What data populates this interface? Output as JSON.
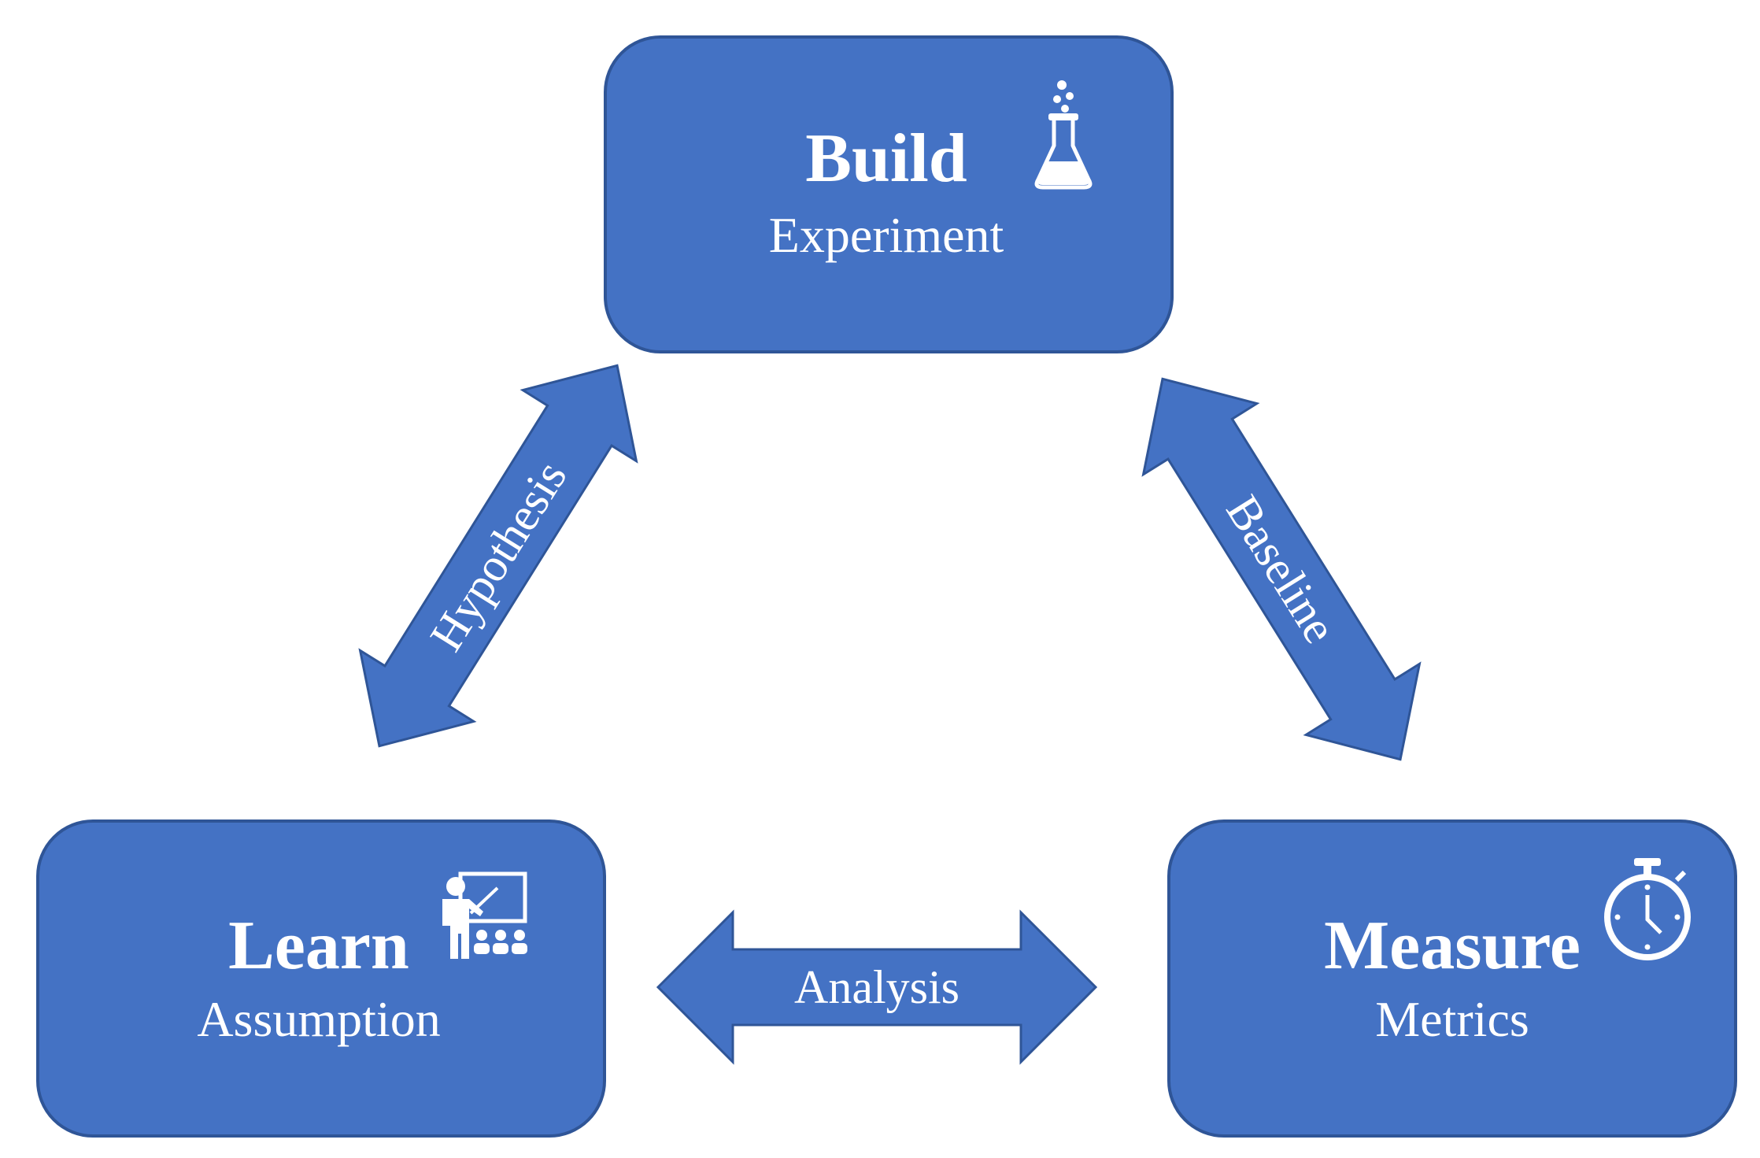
{
  "diagram": {
    "nodes": {
      "build": {
        "title": "Build",
        "subtitle": "Experiment",
        "icon": "flask-icon"
      },
      "learn": {
        "title": "Learn",
        "subtitle": "Assumption",
        "icon": "teacher-presentation-icon"
      },
      "measure": {
        "title": "Measure",
        "subtitle": "Metrics",
        "icon": "stopwatch-icon"
      }
    },
    "edges": {
      "hypothesis": {
        "label": "Hypothesis",
        "from": "Learn",
        "to": "Build",
        "direction": "bidirectional"
      },
      "baseline": {
        "label": "Baseline",
        "from": "Build",
        "to": "Measure",
        "direction": "bidirectional"
      },
      "analysis": {
        "label": "Analysis",
        "from": "Learn",
        "to": "Measure",
        "direction": "bidirectional"
      }
    },
    "colors": {
      "box_fill": "#4472C4",
      "box_border": "#2F5597",
      "text": "#FFFFFF"
    }
  }
}
